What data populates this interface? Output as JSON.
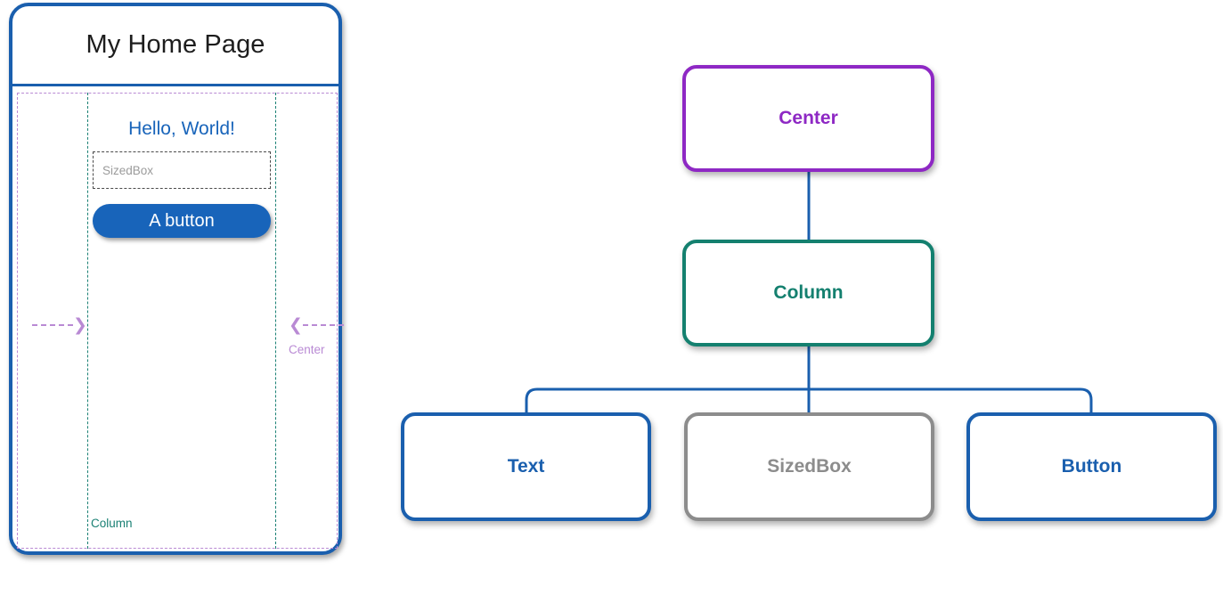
{
  "phone": {
    "appbar_title": "My Home Page",
    "hello_text": "Hello, World!",
    "sizedbox_label": "SizedBox",
    "button_label": "A button",
    "column_guide_label": "Column",
    "center_guide_label": "Center",
    "arrow_left_glyph": "❯",
    "arrow_right_glyph": "❮",
    "frame_color": "#1a5fae",
    "center_guide_color": "#b98ad4",
    "column_guide_color": "#1a8074",
    "accent_blue": "#1864ba"
  },
  "tree": {
    "nodes": [
      {
        "id": "center",
        "label": "Center",
        "color": "#8e28c4"
      },
      {
        "id": "column",
        "label": "Column",
        "color": "#14806f"
      },
      {
        "id": "text",
        "label": "Text",
        "color": "#1a5fae"
      },
      {
        "id": "sizedbox",
        "label": "SizedBox",
        "color": "#8c8c8c"
      },
      {
        "id": "button",
        "label": "Button",
        "color": "#1a5fae"
      }
    ],
    "edges": [
      {
        "from": "above",
        "to": "center",
        "style": "gradient-fade-top"
      },
      {
        "from": "center",
        "to": "column",
        "style": "straight"
      },
      {
        "from": "column",
        "to": "text",
        "style": "elbow-left"
      },
      {
        "from": "column",
        "to": "sizedbox",
        "style": "straight"
      },
      {
        "from": "column",
        "to": "button",
        "style": "elbow-right"
      },
      {
        "from": "button",
        "to": "below",
        "style": "gradient-fade-bottom"
      }
    ],
    "edge_color": "#1a5fae"
  }
}
